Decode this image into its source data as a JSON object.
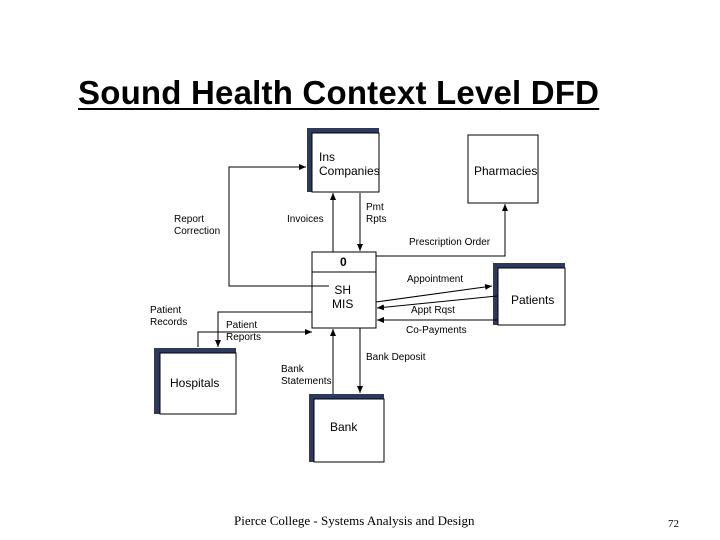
{
  "title": "Sound Health Context Level DFD",
  "process": {
    "number": "0",
    "name_line1": "SH",
    "name_line2": "MIS"
  },
  "entities": {
    "ins_companies_line1": "Ins",
    "ins_companies_line2": "Companies",
    "pharmacies": "Pharmacies",
    "patients": "Patients",
    "hospitals": "Hospitals",
    "bank": "Bank"
  },
  "flows": {
    "report_correction_line1": "Report",
    "report_correction_line2": "Correction",
    "invoices": "Invoices",
    "pmt_rpts_line1": "Pmt",
    "pmt_rpts_line2": "Rpts",
    "prescription_order": "Prescription Order",
    "appointment": "Appointment",
    "appt_rqst": "Appt Rqst",
    "co_payments": "Co-Payments",
    "patient_records_line1": "Patient",
    "patient_records_line2": "Records",
    "patient_reports_line1": "Patient",
    "patient_reports_line2": "Reports",
    "bank_deposit": "Bank Deposit",
    "bank_statements_line1": "Bank",
    "bank_statements_line2": "Statements"
  },
  "footer": "Pierce College - Systems Analysis and Design",
  "page_number": "72",
  "colors": {
    "entity_shadow": "#2e3a5c",
    "line": "#000000"
  }
}
